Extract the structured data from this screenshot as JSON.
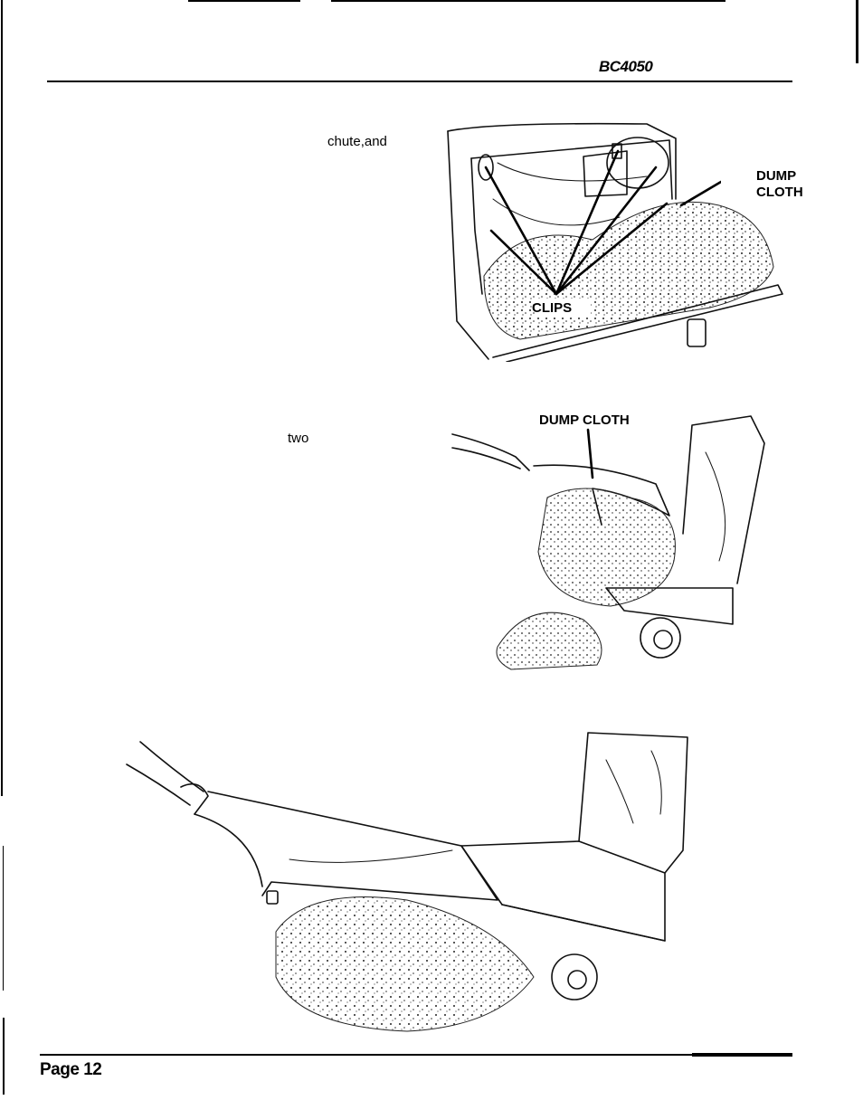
{
  "header": {
    "model": "BC4050"
  },
  "body_text": {
    "fragment_1": "chute,and",
    "fragment_2": "two"
  },
  "figure_1": {
    "label_dump_cloth_line1": "DUMP",
    "label_dump_cloth_line2": "CLOTH",
    "label_clips": "CLIPS"
  },
  "figure_2": {
    "label_dump_cloth": "DUMP CLOTH"
  },
  "footer": {
    "page": "Page 12"
  }
}
